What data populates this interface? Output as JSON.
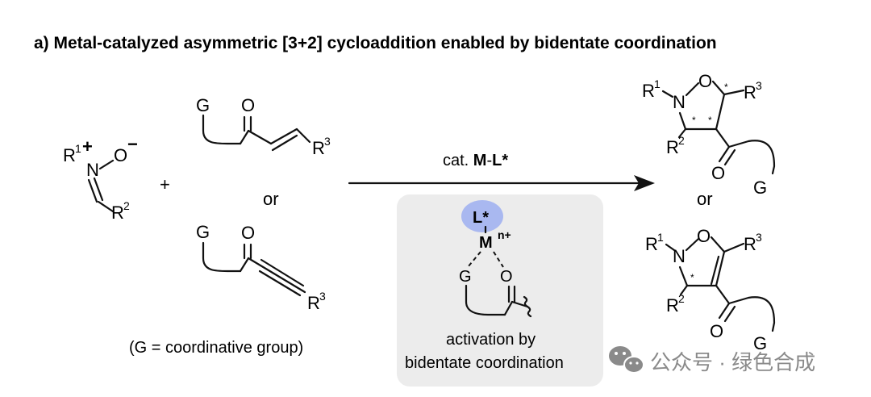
{
  "title": "a) Metal-catalyzed asymmetric [3+2] cycloaddition enabled by bidentate coordination",
  "nitrone": {
    "r1": "R",
    "r1_sup": "1",
    "plus": "+",
    "n": "N",
    "o": "O",
    "minus": "−",
    "r2": "R",
    "r2_sup": "2"
  },
  "plus_sign": "+",
  "enone": {
    "g": "G",
    "o": "O",
    "r3": "R",
    "r3_sup": "3"
  },
  "or_reagents": "or",
  "ynone": {
    "g": "G",
    "o": "O",
    "r3": "R",
    "r3_sup": "3"
  },
  "g_note": "(G = coordinative group)",
  "catalyst": {
    "prefix": "cat. ",
    "m": "M",
    "dash": "-",
    "l": "L*"
  },
  "activation": {
    "ligand": "L*",
    "metal": "M",
    "metal_charge": "n+",
    "g": "G",
    "o": "O",
    "caption_line1": "activation by",
    "caption_line2": "bidentate coordination"
  },
  "product1": {
    "r1": "R",
    "r1_sup": "1",
    "n": "N",
    "o": "O",
    "r3": "R",
    "r3_sup": "3",
    "r2": "R",
    "r2_sup": "2",
    "star": "*",
    "carbonyl_o": "O",
    "g": "G"
  },
  "or_products": "or",
  "product2": {
    "r1": "R",
    "r1_sup": "1",
    "n": "N",
    "o": "O",
    "r3": "R",
    "r3_sup": "3",
    "r2": "R",
    "r2_sup": "2",
    "star": "*",
    "carbonyl_o": "O",
    "g": "G"
  },
  "watermark": "公众号 · 绿色合成",
  "colors": {
    "ligand_blob": "#a9b8f0",
    "activation_box": "#ececec",
    "watermark": "#8a8a8a"
  }
}
